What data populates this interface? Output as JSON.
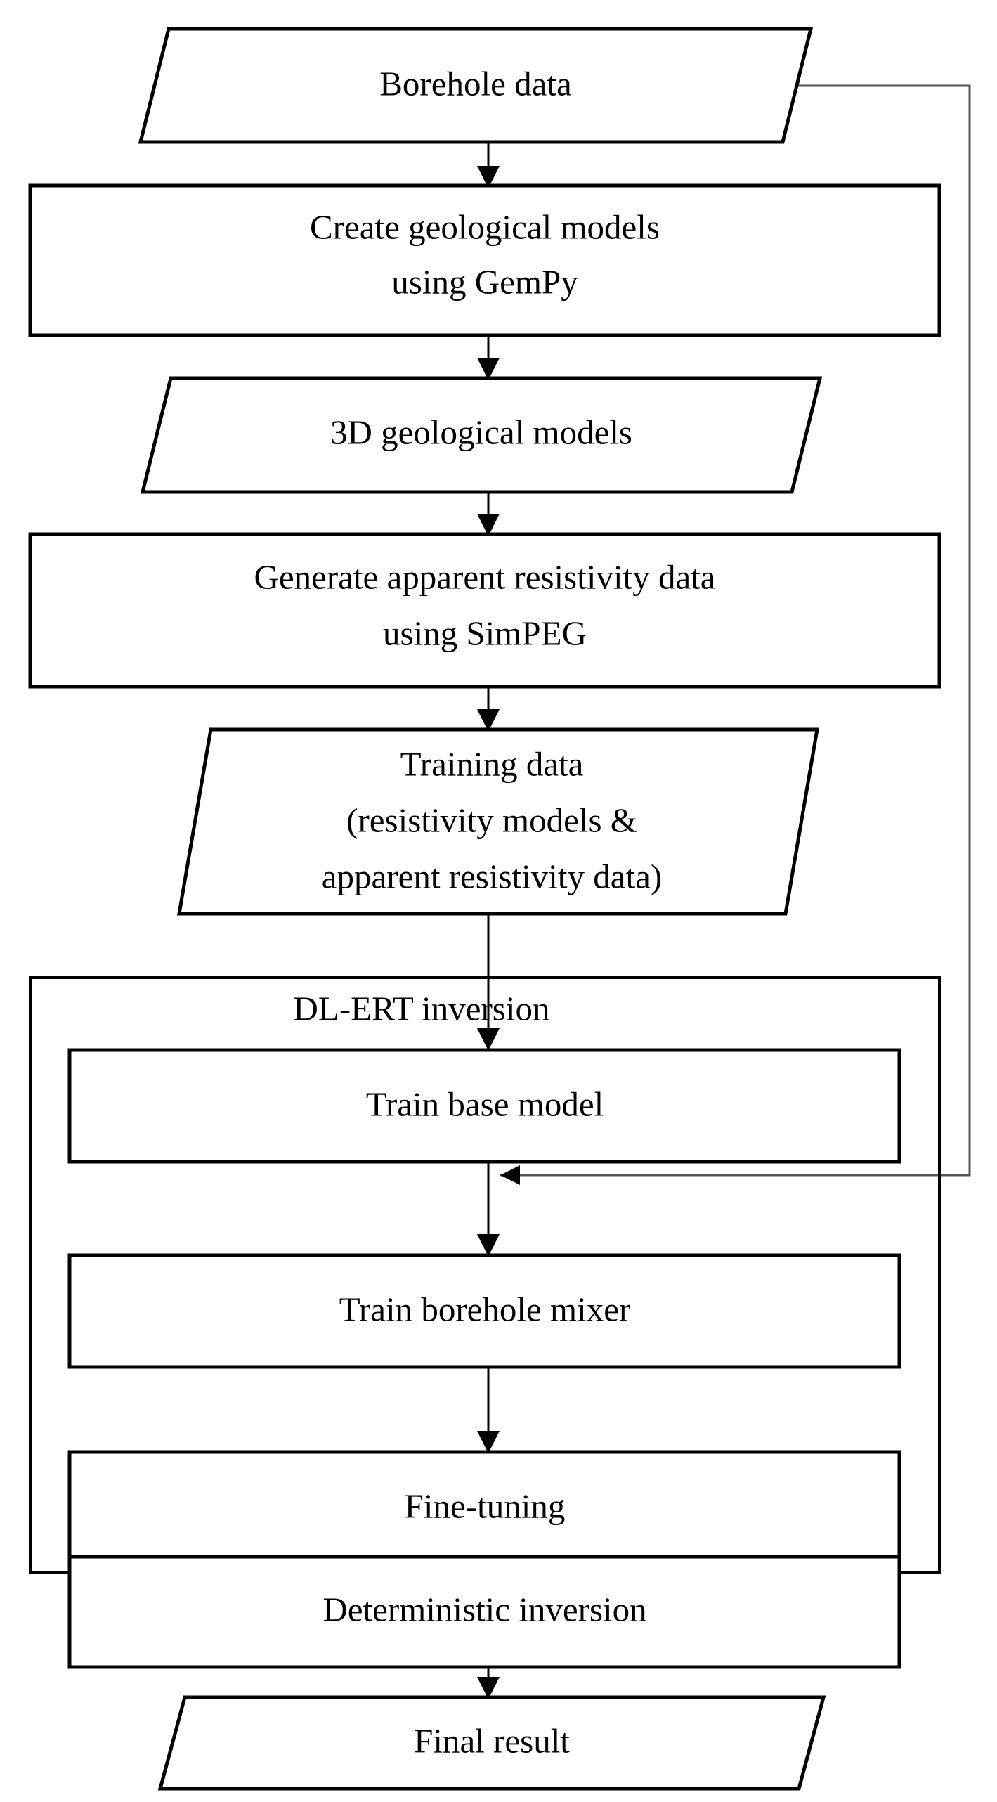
{
  "diagram": {
    "title": "DL-ERT inversion workflow flowchart",
    "colors": {
      "stroke": "#000000",
      "fill": "#ffffff",
      "feedback_stroke": "#555555"
    },
    "nodes": {
      "borehole_data": {
        "label": "Borehole data",
        "shape": "parallelogram",
        "role": "input-data"
      },
      "create_geological_models": {
        "label_line1": "Create geological models",
        "label_line2": "using GemPy",
        "shape": "rectangle",
        "role": "process"
      },
      "geological_models_3d": {
        "label": "3D geological models",
        "shape": "parallelogram",
        "role": "data"
      },
      "generate_apparent_resistivity": {
        "label_line1": "Generate apparent resistivity data",
        "label_line2": "using SimPEG",
        "shape": "rectangle",
        "role": "process"
      },
      "training_data": {
        "label_line1": "Training data",
        "label_line2": "(resistivity models &",
        "label_line3": "apparent resistivity data)",
        "shape": "parallelogram",
        "role": "data"
      },
      "dl_ert_inversion": {
        "label": "DL-ERT inversion",
        "shape": "container",
        "role": "group"
      },
      "train_base_model": {
        "label": "Train base model",
        "shape": "rectangle",
        "role": "process"
      },
      "train_borehole_mixer": {
        "label": "Train borehole mixer",
        "shape": "rectangle",
        "role": "process"
      },
      "fine_tuning": {
        "label": "Fine-tuning",
        "shape": "rectangle",
        "role": "process"
      },
      "deterministic_inversion": {
        "label": "Deterministic inversion",
        "shape": "rectangle",
        "role": "process"
      },
      "final_result": {
        "label": "Final result",
        "shape": "parallelogram",
        "role": "output-data"
      }
    },
    "edges": [
      {
        "from": "borehole_data",
        "to": "create_geological_models",
        "style": "arrow-down"
      },
      {
        "from": "create_geological_models",
        "to": "geological_models_3d",
        "style": "arrow-down"
      },
      {
        "from": "geological_models_3d",
        "to": "generate_apparent_resistivity",
        "style": "arrow-down"
      },
      {
        "from": "generate_apparent_resistivity",
        "to": "training_data",
        "style": "arrow-down"
      },
      {
        "from": "training_data",
        "to": "train_base_model",
        "style": "arrow-down"
      },
      {
        "from": "train_base_model",
        "to": "train_borehole_mixer",
        "style": "arrow-down"
      },
      {
        "from": "train_borehole_mixer",
        "to": "fine_tuning",
        "style": "arrow-down"
      },
      {
        "from": "fine_tuning",
        "to": "deterministic_inversion",
        "style": "arrow-down"
      },
      {
        "from": "deterministic_inversion",
        "to": "final_result",
        "style": "arrow-down"
      },
      {
        "from": "borehole_data",
        "to": "train_borehole_mixer",
        "style": "feedback-right-down-left-arrow"
      }
    ]
  }
}
